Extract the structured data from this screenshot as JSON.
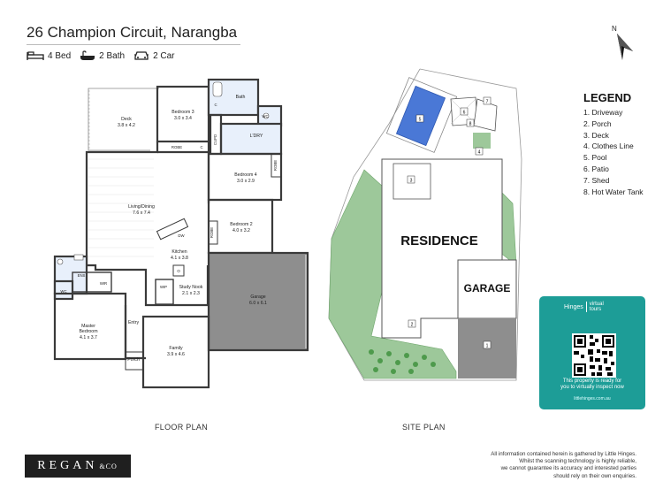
{
  "header": {
    "address": "26 Champion Circuit, Narangba",
    "beds": "4 Bed",
    "baths": "2 Bath",
    "cars": "2 Car"
  },
  "compass": {
    "label": "N"
  },
  "floor_plan": {
    "label": "FLOOR PLAN",
    "rooms": {
      "deck": {
        "name": "Deck",
        "size": "3.8 x 4.2"
      },
      "bedroom3": {
        "name": "Bedroom 3",
        "size": "3.0 x 3.4"
      },
      "bath": {
        "name": "Bath"
      },
      "wc_upper": {
        "name": "WC"
      },
      "ldry": {
        "name": "L'DRY"
      },
      "cupd": {
        "name": "CUPD"
      },
      "robe_b3": {
        "name": "ROBE"
      },
      "c1": {
        "name": "C"
      },
      "c2": {
        "name": "C"
      },
      "bedroom4": {
        "name": "Bedroom 4",
        "size": "3.0 x 2.9"
      },
      "robe_b4": {
        "name": "ROBE"
      },
      "living": {
        "name": "Living/Dining",
        "size": "7.6 x 7.4"
      },
      "bedroom2": {
        "name": "Bedroom 2",
        "size": "4.0 x 3.2"
      },
      "robe_b2": {
        "name": "ROBE"
      },
      "kitchen": {
        "name": "Kitchen",
        "size": "4.1 x 3.8"
      },
      "dw": {
        "name": "DW"
      },
      "pantry_o": {
        "name": "O"
      },
      "wip": {
        "name": "WIP"
      },
      "study": {
        "name": "Study Nook",
        "size": "2.1 x 2.3"
      },
      "garage": {
        "name": "Garage",
        "size": "6.0 x 6.1"
      },
      "ens": {
        "name": "ENS"
      },
      "wc_ens": {
        "name": "WC"
      },
      "wir": {
        "name": "WIR"
      },
      "master": {
        "name": "Master\nBedroom",
        "line1": "Master",
        "line2": "Bedroom",
        "size": "4.1 x 3.7"
      },
      "entry": {
        "name": "Entry"
      },
      "family": {
        "name": "Family",
        "size": "3.9 x 4.6"
      },
      "porch": {
        "name": "Porch"
      }
    }
  },
  "site_plan": {
    "label": "SITE PLAN",
    "residence": "RESIDENCE",
    "garage": "GARAGE",
    "markers": [
      "1",
      "2",
      "3",
      "4",
      "5",
      "6",
      "7",
      "8"
    ]
  },
  "legend": {
    "title": "LEGEND",
    "items": [
      "1. Driveway",
      "2. Porch",
      "3. Deck",
      "4. Clothes Line",
      "5. Pool",
      "6. Patio",
      "7. Shed",
      "8. Hot Water Tank"
    ]
  },
  "virtual_tour": {
    "brand": "Hinges",
    "tag1": "virtual",
    "tag2": "tours",
    "line1": "This property is ready for",
    "line2": "you to virtually inspect now",
    "url": "littlehinges.com.au"
  },
  "agency": {
    "name_left": "REGAN",
    "amp": "&CO",
    "name_right": ""
  },
  "disclaimer": {
    "line1": "All information contained herein is gathered by Little Hinges.",
    "line2": "Whilst the scanning technology is highly reliable,",
    "line3": "we cannot guarantee its accuracy and interested parties",
    "line4": "should rely on their own enquiries."
  },
  "colors": {
    "wall": "#3a3a3a",
    "garage_fill": "#8e8e8e",
    "bath_fill": "#e8f0fb",
    "pool_fill": "#4a78d6",
    "lawn_fill": "#9dc89a",
    "driveway_fill": "#8e8e8e",
    "vt_card": "#1d9d97",
    "brand_bg": "#1f1f1f"
  }
}
